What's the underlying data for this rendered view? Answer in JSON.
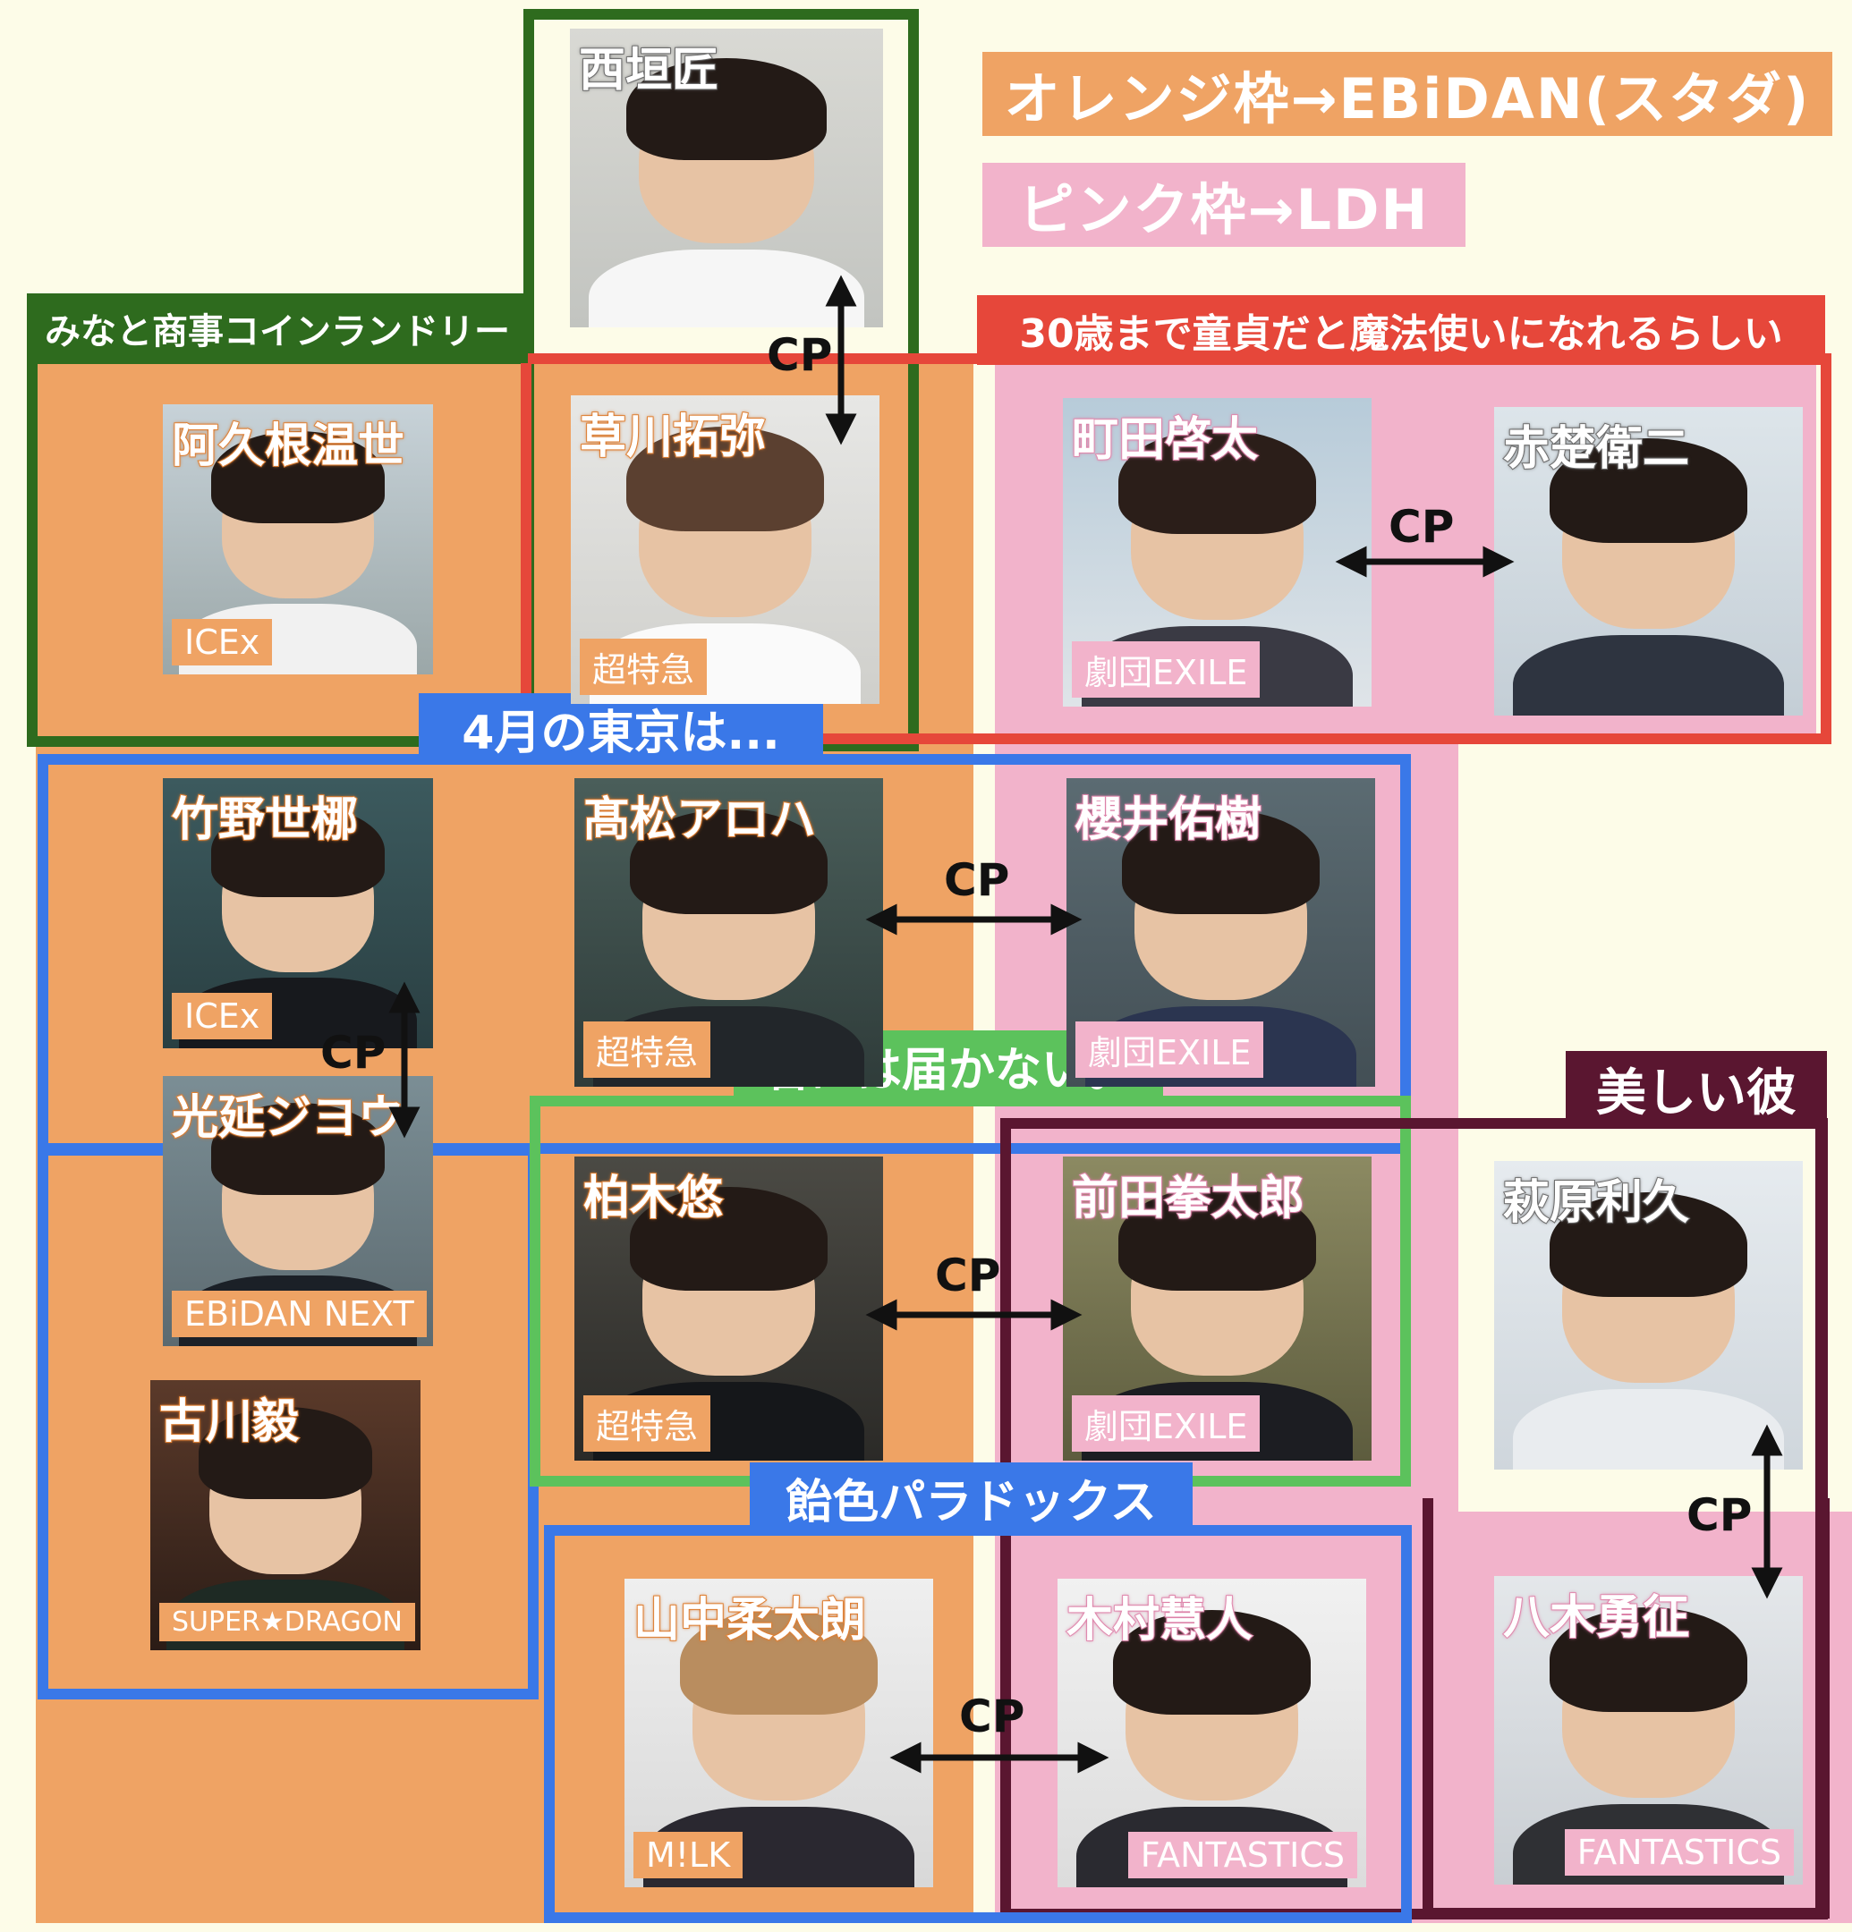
{
  "legend": {
    "orange": "オレンジ枠→EBiDAN(スタダ)",
    "pink": "ピンク枠→LDH"
  },
  "dramas": {
    "minato": "みなと商事コインランドリー",
    "mahou": "30歳まで童貞だと魔法使いになれるらしい",
    "shigatsu": "4月の東京は...",
    "kimi": "君には届かない。",
    "utsukushii": "美しい彼",
    "ameiro": "飴色パラドックス"
  },
  "cp_label": "CP",
  "people": {
    "nishigaki": {
      "name": "西垣匠",
      "group": ""
    },
    "akune": {
      "name": "阿久根温世",
      "group": "ICEx"
    },
    "kusakawa": {
      "name": "草川拓弥",
      "group": "超特急"
    },
    "machida": {
      "name": "町田啓太",
      "group": "劇団EXILE"
    },
    "akaso": {
      "name": "赤楚衛二",
      "group": ""
    },
    "takeno": {
      "name": "竹野世梛",
      "group": "ICEx"
    },
    "takamatsu": {
      "name": "髙松アロハ",
      "group": "超特急"
    },
    "sakurai": {
      "name": "櫻井佑樹",
      "group": "劇団EXILE"
    },
    "mitsunobu": {
      "name": "光延ジヨウ",
      "group": "EBiDAN NEXT"
    },
    "furukawa": {
      "name": "古川毅",
      "group": "SUPER★DRAGON"
    },
    "kashiwagi": {
      "name": "柏木悠",
      "group": "超特急"
    },
    "maeda": {
      "name": "前田拳太郎",
      "group": "劇団EXILE"
    },
    "hagiwara": {
      "name": "萩原利久",
      "group": ""
    },
    "yamanaka": {
      "name": "山中柔太朗",
      "group": "M!LK"
    },
    "kimura": {
      "name": "木村慧人",
      "group": "FANTASTICS"
    },
    "yagi": {
      "name": "八木勇征",
      "group": "FANTASTICS"
    }
  }
}
